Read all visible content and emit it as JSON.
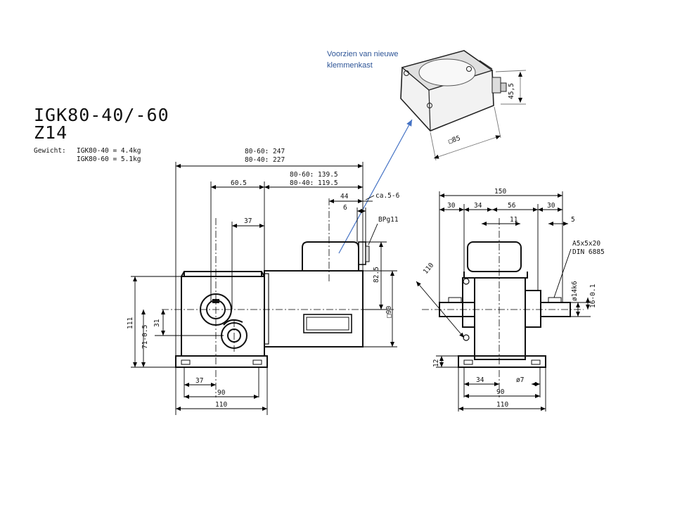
{
  "title": {
    "line1": "IGK80-40/-60",
    "line2": "Z14"
  },
  "weight": {
    "label": "Gewicht:",
    "line1": "IGK80-40 = 4.4kg",
    "line2": "IGK80-60 = 5.1kg"
  },
  "annotation": {
    "line1": "Voorzien van nieuwe",
    "line2": "klemmenkast",
    "arrow_color": "#4472c4"
  },
  "terminal_box": {
    "dim_square": "□85",
    "dim_height": "45,5"
  },
  "side_view": {
    "total_80_60": "80-60: 247",
    "total_80_40": "80-40: 227",
    "motor_80_60": "80-60: 139.5",
    "motor_80_40": "80-40: 119.5",
    "d60_5": "60.5",
    "d37_top": "37",
    "d44": "44",
    "d6": "6",
    "ca": "ca.5-6",
    "pg": "BPg11",
    "d82_5": "82.5",
    "d90": "□90",
    "d111": "111",
    "d71": "71-0.5",
    "d31": "31",
    "d37_bottom": "37",
    "d90_bottom": "90",
    "d110_bottom": "110"
  },
  "front_view": {
    "d150": "150",
    "d30_left": "30",
    "d34_top": "34",
    "d56": "56",
    "d30_right": "30",
    "d11": "11",
    "d5": "5",
    "key": "A5x5x20",
    "din": "DIN 6885",
    "d110": "110",
    "shaft": "ø14k6",
    "d16": "16-0.1",
    "d12": "12",
    "d34_bottom": "34",
    "d7": "ø7",
    "d90": "90",
    "d110_bottom": "110"
  }
}
